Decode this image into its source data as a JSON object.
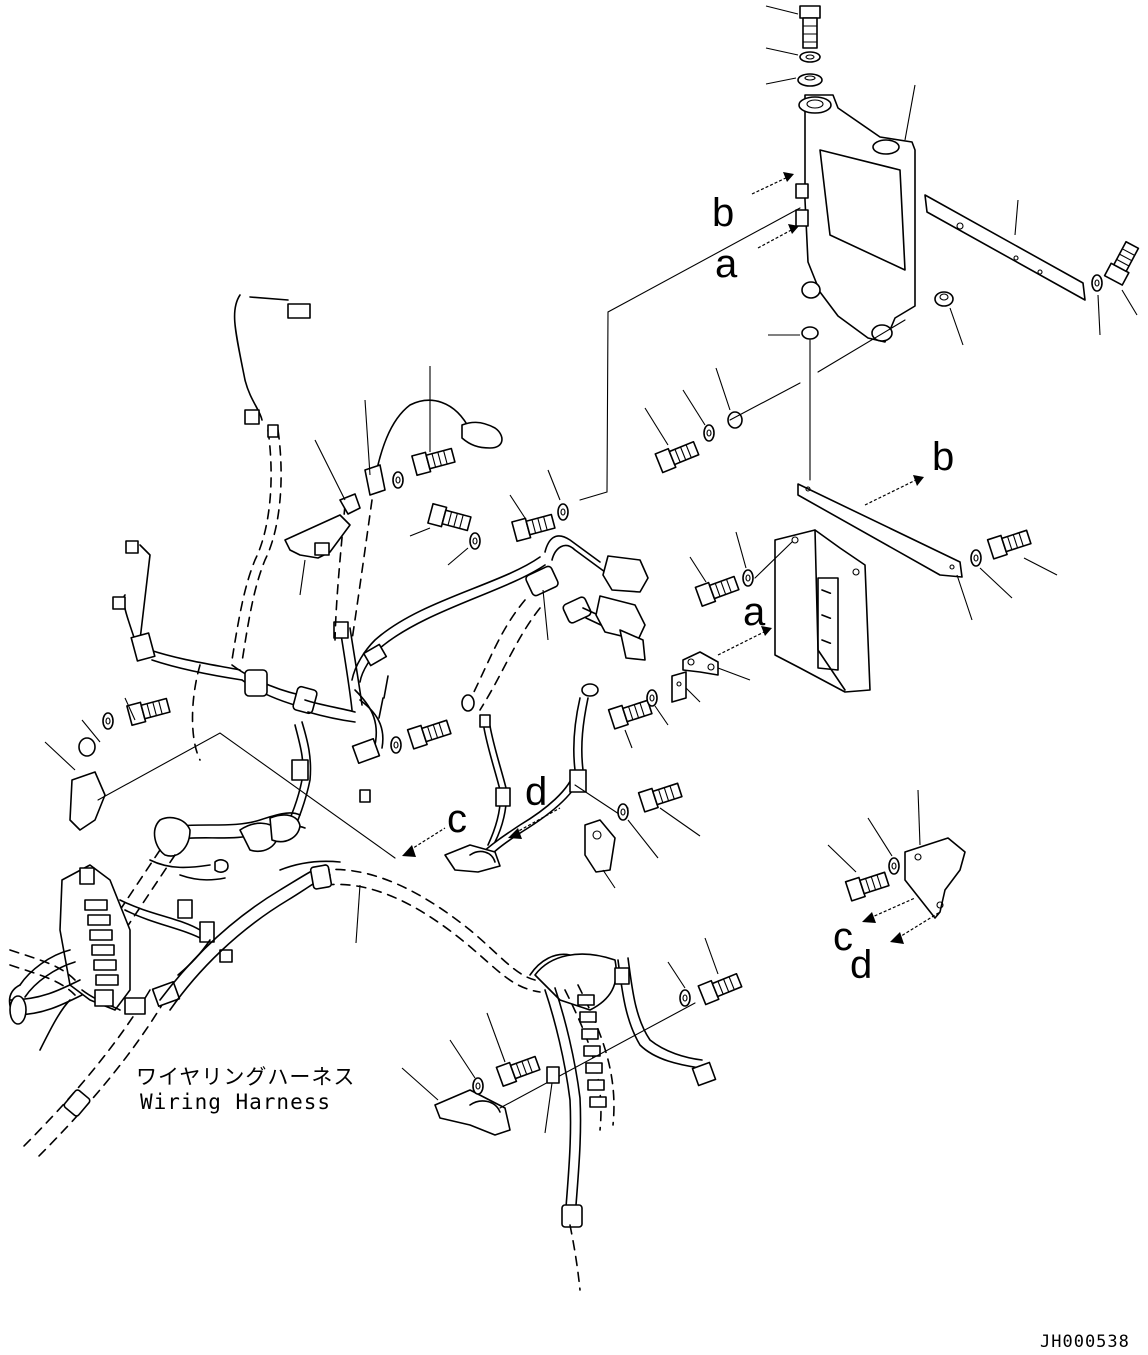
{
  "diagram": {
    "caption_jp": "ワイヤリングハーネス",
    "caption_en": "Wiring Harness",
    "drawing_code": "JH000538",
    "callouts": {
      "a_top": "a",
      "a_mid": "a",
      "b_top": "b",
      "b_mid": "b",
      "c_mid": "c",
      "d_mid": "d",
      "c_right": "c",
      "d_right": "d"
    }
  }
}
